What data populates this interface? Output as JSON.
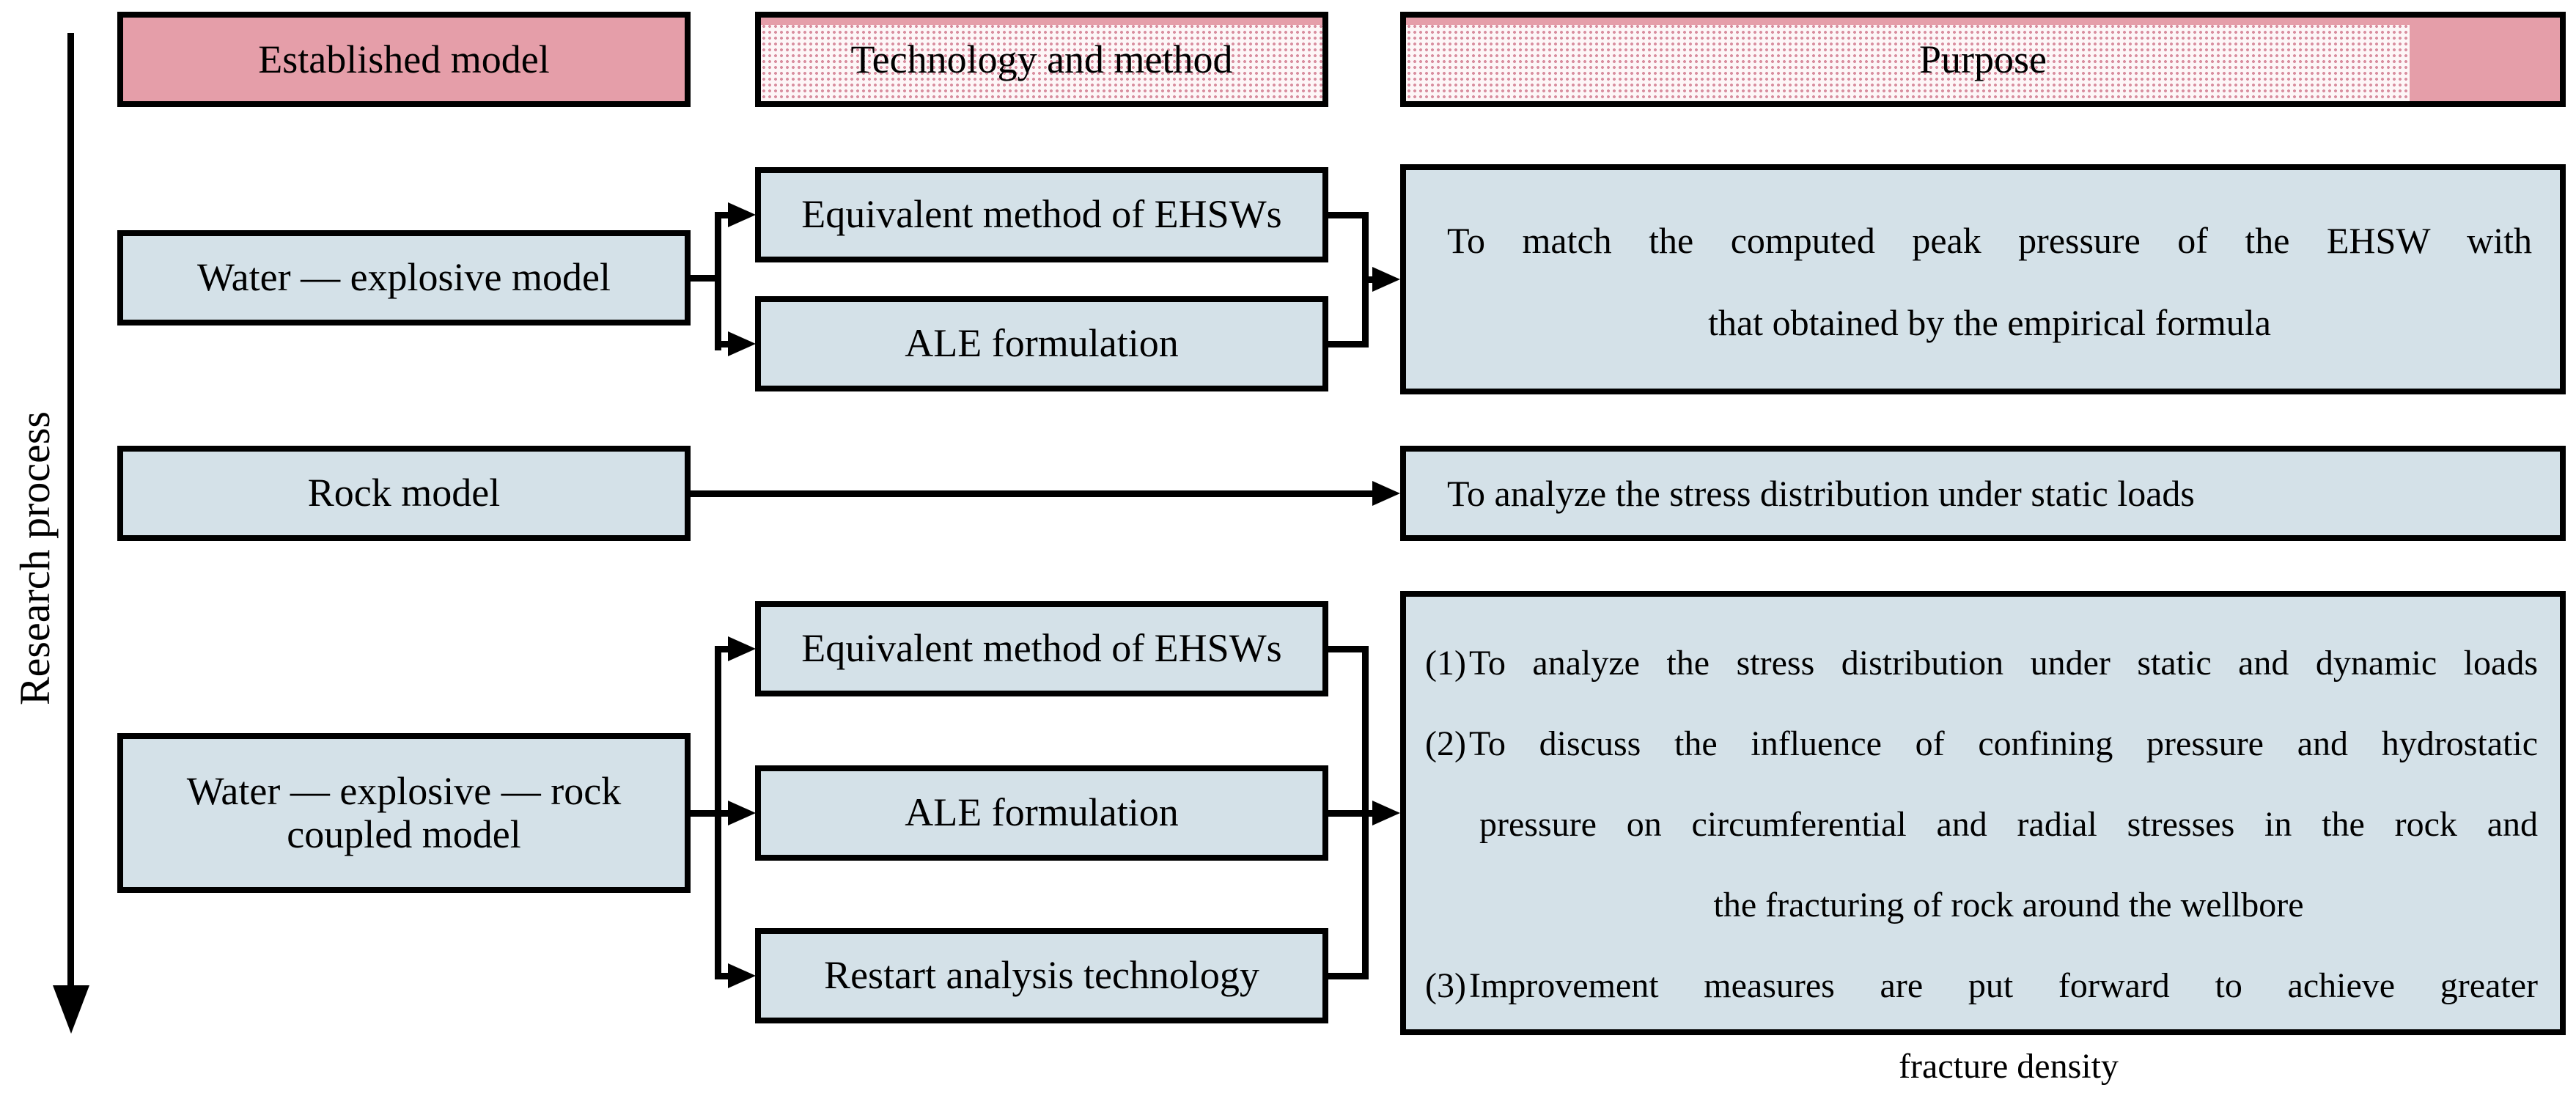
{
  "figure": {
    "side_label": "Research process",
    "columns": {
      "established": "Established model",
      "technology": "Technology and method",
      "purpose": "Purpose"
    },
    "row1": {
      "model": "Water — explosive model",
      "method1": "Equivalent method of EHSWs",
      "method2": "ALE formulation",
      "purpose_line1": "To match the computed peak pressure of the EHSW with",
      "purpose_line2": "that obtained by the empirical formula"
    },
    "row2": {
      "model": "Rock model",
      "purpose": "To analyze the stress distribution under static loads"
    },
    "row3": {
      "model_line1": "Water — explosive — rock",
      "model_line2": "coupled model",
      "method1": "Equivalent method of EHSWs",
      "method2": "ALE formulation",
      "method3": "Restart analysis technology",
      "item1_num": "(1)",
      "item1_line1": "To analyze the stress distribution under static and dynamic loads",
      "item2_num": "(2)",
      "item2_line1": "To discuss the influence of confining pressure and hydrostatic",
      "item2_line2": "pressure on circumferential and radial stresses in the rock and",
      "item2_line3": "the fracturing of rock around the wellbore",
      "item3_num": "(3)",
      "item3_line1": "Improvement measures are put forward to achieve greater",
      "item3_line2": "fracture density"
    },
    "colors": {
      "header_solid_pink": "#e59ea9",
      "header_hatch_dot": "#d98fa0",
      "content_box_fill": "#d4e1e8",
      "line_color": "#000000"
    }
  }
}
